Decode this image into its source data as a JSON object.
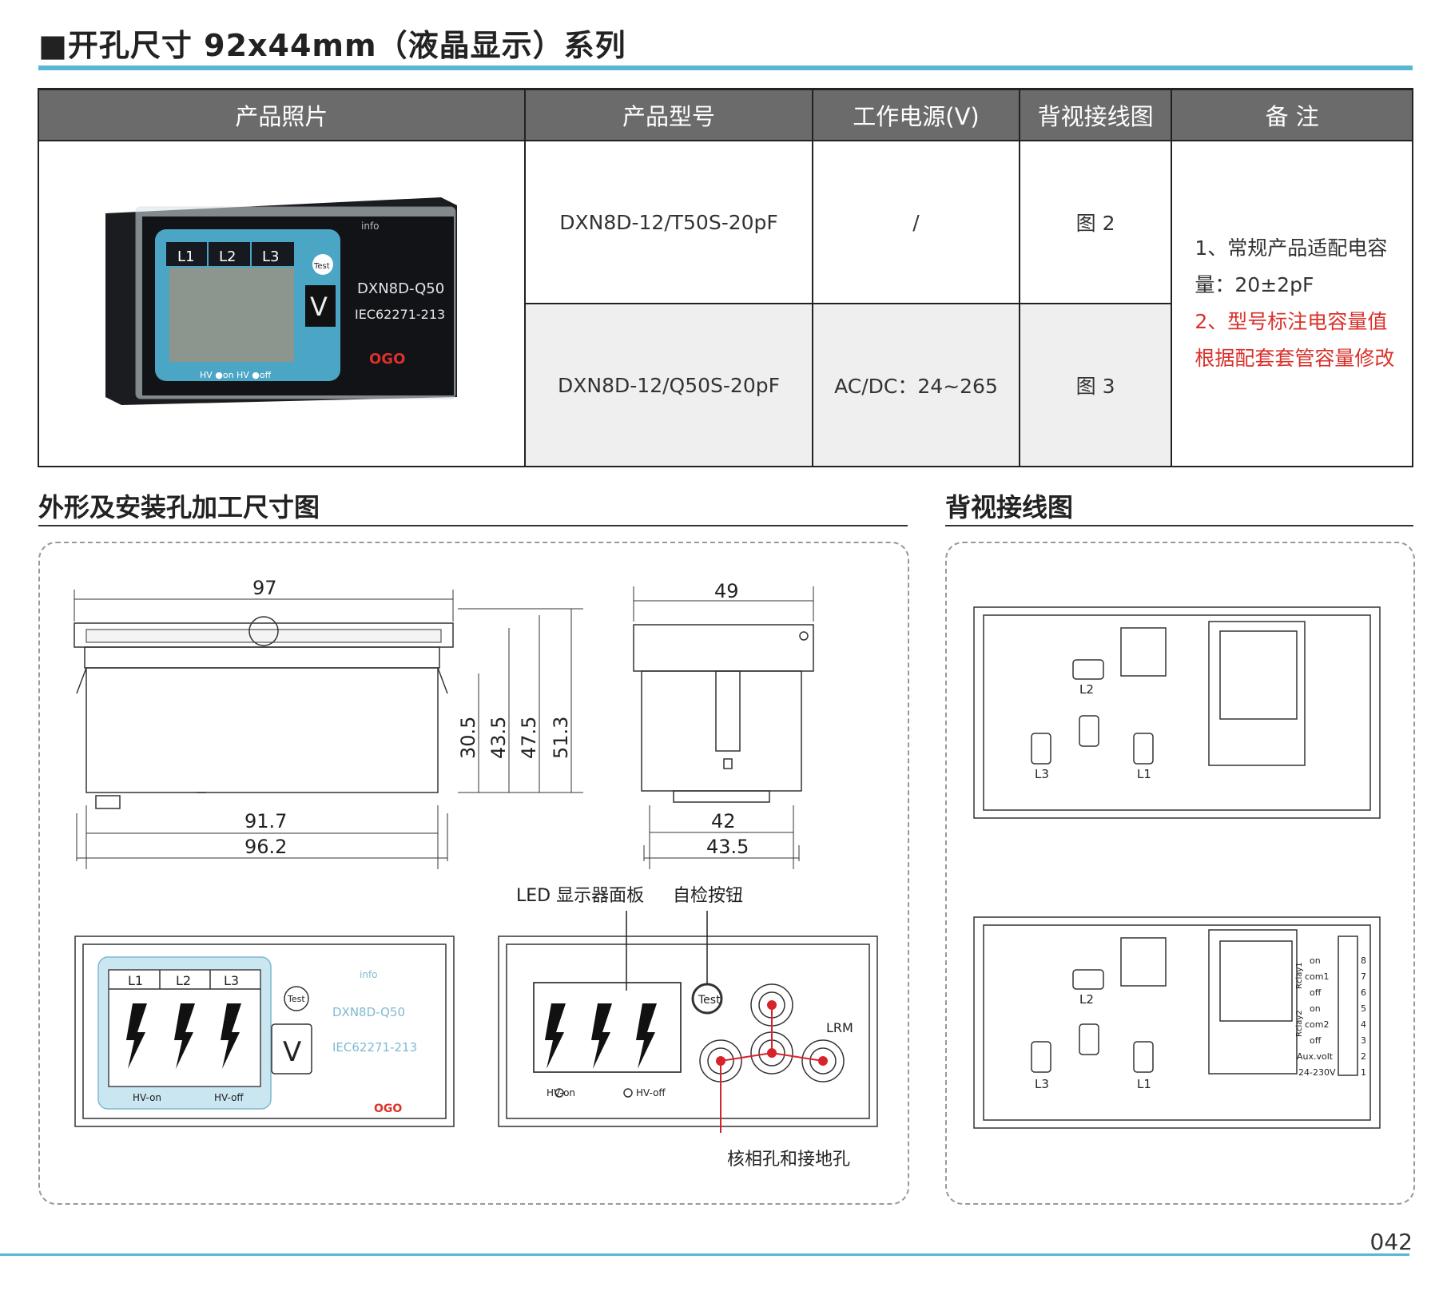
{
  "header": {
    "title": "■开孔尺寸 92x44mm（液晶显示）系列"
  },
  "table": {
    "columns": [
      "产品照片",
      "产品型号",
      "工作电源(V)",
      "背视接线图",
      "备  注"
    ],
    "rows": [
      {
        "model": "DXN8D-12/T50S-20pF",
        "power": "/",
        "diagram": "图 2"
      },
      {
        "model": "DXN8D-12/Q50S-20pF",
        "power": "AC/DC：24~265",
        "diagram": "图 3"
      }
    ],
    "notes": {
      "line1": "1、常规产品适配电容",
      "line2": "量：20±2pF",
      "line3": "2、型号标注电容量值",
      "line4": "根据配套套管容量修改"
    },
    "photo_device": {
      "model_text": "DXN8D-Q50",
      "standard_text": "IEC62271-213",
      "info": "info",
      "phases": [
        "L1",
        "L2",
        "L3"
      ],
      "test": "Test",
      "v": "V",
      "hv_on": "HV ●on",
      "hv_off": "HV ●off",
      "brand": "OGO"
    }
  },
  "sections": {
    "dims_title": "外形及安装孔加工尺寸图",
    "wiring_title": "背视接线图"
  },
  "dims": {
    "top_width": "97",
    "bottom_inner": "91.7",
    "bottom_outer": "96.2",
    "heights": [
      "30.5",
      "43.5",
      "47.5",
      "51.3"
    ],
    "side_top": "49",
    "side_bottom_inner": "42",
    "side_bottom_outer": "43.5"
  },
  "front": {
    "phases": [
      "L1",
      "L2",
      "L3"
    ],
    "test": "Test",
    "info": "info",
    "model": "DXN8D-Q50",
    "standard": "IEC62271-213",
    "v": "V",
    "hv_on": "HV-on",
    "hv_off": "HV-off",
    "brand": "OGO"
  },
  "callouts": {
    "led_panel": "LED 显示器面板",
    "self_test": "自检按钮",
    "phase_holes": "核相孔和接地孔",
    "lrm": "LRM",
    "test": "Test",
    "hv_on": "HV-on",
    "hv_off": "HV-off"
  },
  "wiring": {
    "labels": {
      "l1": "L1",
      "l2": "L2",
      "l3": "L3"
    },
    "terminals": [
      {
        "num": "8",
        "label": "on"
      },
      {
        "num": "7",
        "label": "com1"
      },
      {
        "num": "6",
        "label": "off"
      },
      {
        "num": "5",
        "label": "on"
      },
      {
        "num": "4",
        "label": "com2"
      },
      {
        "num": "3",
        "label": "off"
      },
      {
        "num": "2",
        "label": "Aux.volt"
      },
      {
        "num": "1",
        "label": "24-230V"
      }
    ],
    "relay1": "Rclay1",
    "relay2": "Rclay2"
  },
  "page": {
    "number": "042"
  },
  "colors": {
    "accent": "#5bb6d6",
    "header_bg": "#6b6b6b",
    "note_red": "#d9312b",
    "callout_red": "#d8232a"
  }
}
